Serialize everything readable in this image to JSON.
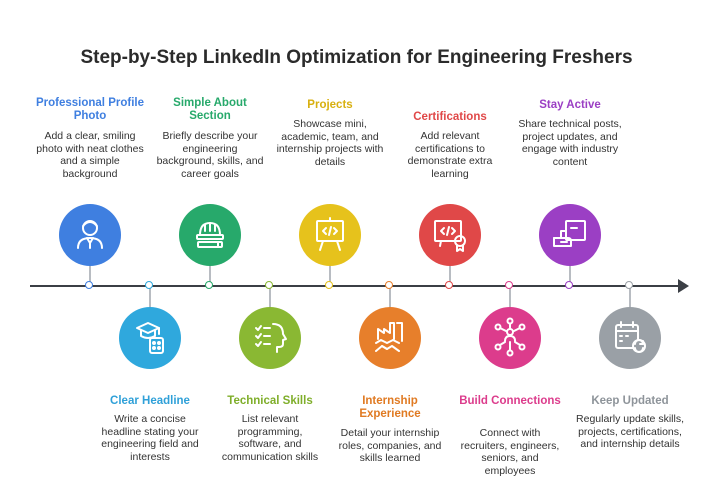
{
  "title": "Step-by-Step LinkedIn Optimization for Engineering Freshers",
  "steps": [
    {
      "title": "Professional Profile Photo",
      "desc": "Add a clear, smiling photo with neat clothes and a simple background",
      "color": "#3f7fe0",
      "title_color": "#3f7fe0",
      "icon": "profile-photo-icon"
    },
    {
      "title": "Clear Headline",
      "desc": "Write a concise headline stating your engineering field and interests",
      "color": "#2fa8dd",
      "title_color": "#2fa0d8",
      "icon": "graduate-icon"
    },
    {
      "title": "Simple About Section",
      "desc": "Briefly describe your engineering background, skills, and career goals",
      "color": "#27a96b",
      "title_color": "#27a96b",
      "icon": "hardhat-icon"
    },
    {
      "title": "Technical Skills",
      "desc": "List relevant programming, software, and communication skills",
      "color": "#8ab833",
      "title_color": "#7fae2a",
      "icon": "checklist-head-icon"
    },
    {
      "title": "Projects",
      "desc": "Showcase mini, academic, team, and internship projects with details",
      "color": "#e6c21c",
      "title_color": "#d8b010",
      "icon": "code-board-icon"
    },
    {
      "title": "Internship Experience",
      "desc": "Detail your internship roles, companies, and skills learned",
      "color": "#e77f2b",
      "title_color": "#e07a22",
      "icon": "factory-handshake-icon"
    },
    {
      "title": "Certifications",
      "desc": "Add relevant certifications to demonstrate extra learning",
      "color": "#e04848",
      "title_color": "#e04848",
      "icon": "certificate-icon"
    },
    {
      "title": "Build Connections",
      "desc": "Connect with recruiters, engineers, seniors, and employees",
      "color": "#dc3c8c",
      "title_color": "#dc3c8c",
      "icon": "network-icon"
    },
    {
      "title": "Stay Active",
      "desc": "Share technical posts, project updates, and engage with industry content",
      "color": "#9b3fc4",
      "title_color": "#9b3fc4",
      "icon": "megaphone-icon"
    },
    {
      "title": "Keep Updated",
      "desc": "Regularly update skills, projects, certifications, and internship details",
      "color": "#9aa0a6",
      "title_color": "#8e949a",
      "icon": "calendar-refresh-icon"
    }
  ]
}
